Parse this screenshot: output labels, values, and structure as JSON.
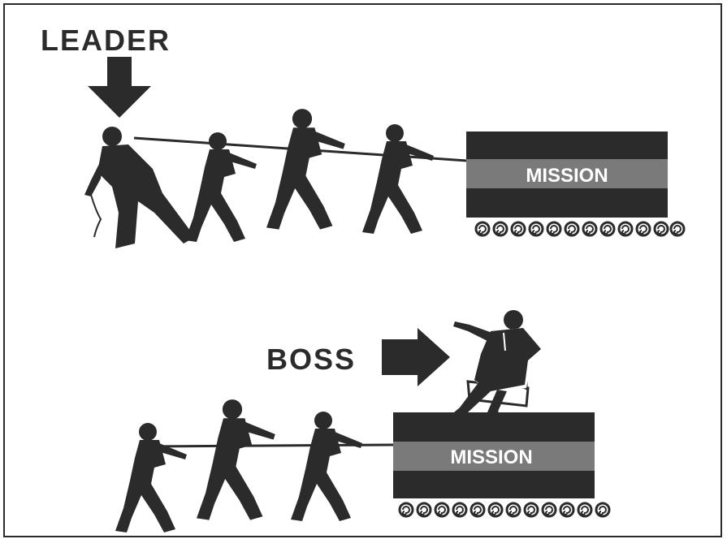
{
  "top_panel": {
    "caption": "LEADER",
    "block_label": "MISSION"
  },
  "bottom_panel": {
    "caption": "BOSS",
    "block_label": "MISSION"
  },
  "colors": {
    "ink": "#2b2b2b",
    "band": "#7a7a7a",
    "background": "#ffffff"
  },
  "icons": {
    "leader_pointer": "arrow-down-icon",
    "boss_pointer": "arrow-right-icon",
    "tread": "spiral-wheel-icon"
  }
}
